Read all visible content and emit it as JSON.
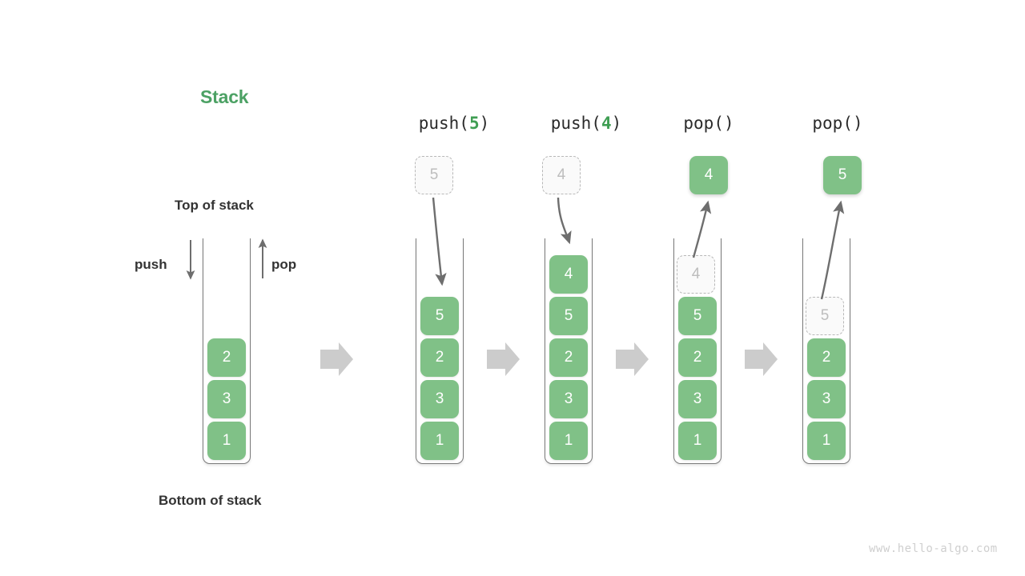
{
  "diagram": {
    "title": "Stack",
    "title_color": "#4ca164",
    "accent_color": "#80c187",
    "ghost_color": "#bdbdbd",
    "arrow_color": "#6e6e6e",
    "step_arrow_color": "#cccccc",
    "labels": {
      "top_of_stack": "Top of stack",
      "bottom_of_stack": "Bottom of stack",
      "push": "push",
      "pop": "pop"
    },
    "watermark": "www.hello-algo.com",
    "steps": [
      {
        "id": "initial",
        "op_name": "",
        "op_arg": "",
        "cells": [
          {
            "value": "2",
            "state": "filled"
          },
          {
            "value": "3",
            "state": "filled"
          },
          {
            "value": "1",
            "state": "filled"
          }
        ],
        "floating": null
      },
      {
        "id": "push-5",
        "op_name": "push(",
        "op_arg": "5",
        "op_close": ")",
        "cells": [
          {
            "value": "5",
            "state": "filled"
          },
          {
            "value": "2",
            "state": "filled"
          },
          {
            "value": "3",
            "state": "filled"
          },
          {
            "value": "1",
            "state": "filled"
          }
        ],
        "floating": {
          "value": "5",
          "state": "ghost",
          "direction": "in"
        }
      },
      {
        "id": "push-4",
        "op_name": "push(",
        "op_arg": "4",
        "op_close": ")",
        "cells": [
          {
            "value": "4",
            "state": "filled"
          },
          {
            "value": "5",
            "state": "filled"
          },
          {
            "value": "2",
            "state": "filled"
          },
          {
            "value": "3",
            "state": "filled"
          },
          {
            "value": "1",
            "state": "filled"
          }
        ],
        "floating": {
          "value": "4",
          "state": "ghost",
          "direction": "in"
        }
      },
      {
        "id": "pop-4",
        "op_name": "pop()",
        "op_arg": "",
        "op_close": "",
        "cells": [
          {
            "value": "4",
            "state": "ghost"
          },
          {
            "value": "5",
            "state": "filled"
          },
          {
            "value": "2",
            "state": "filled"
          },
          {
            "value": "3",
            "state": "filled"
          },
          {
            "value": "1",
            "state": "filled"
          }
        ],
        "floating": {
          "value": "4",
          "state": "filled",
          "direction": "out"
        }
      },
      {
        "id": "pop-5",
        "op_name": "pop()",
        "op_arg": "",
        "op_close": "",
        "cells": [
          {
            "value": "5",
            "state": "ghost"
          },
          {
            "value": "2",
            "state": "filled"
          },
          {
            "value": "3",
            "state": "filled"
          },
          {
            "value": "1",
            "state": "filled"
          }
        ],
        "floating": {
          "value": "5",
          "state": "filled",
          "direction": "out"
        }
      }
    ],
    "step_separators": 4
  }
}
